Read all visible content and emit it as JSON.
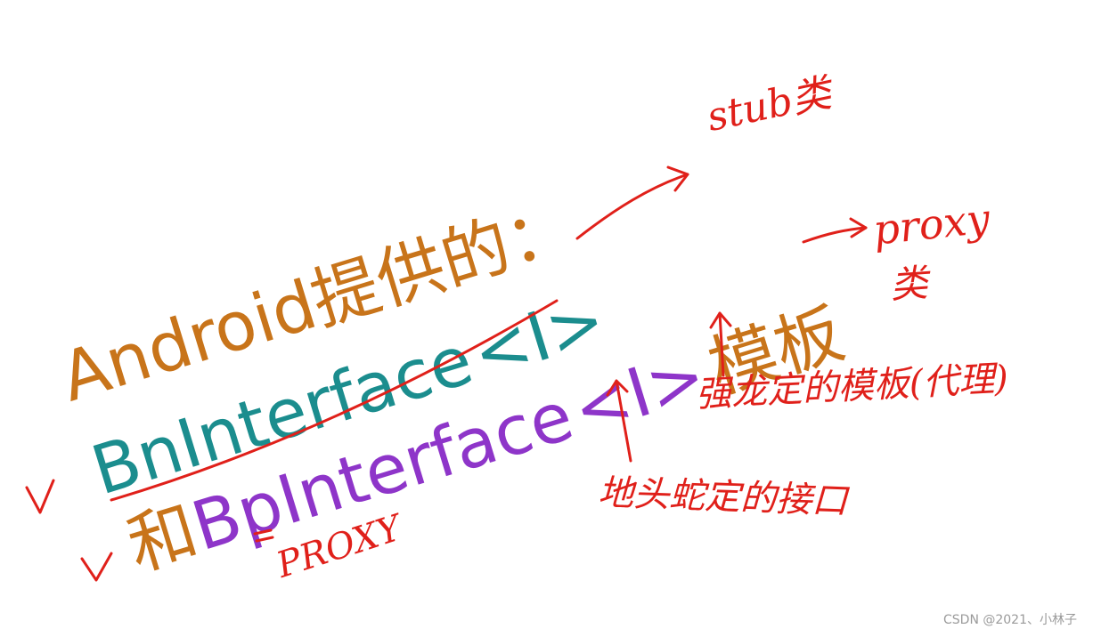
{
  "colors": {
    "orange": "#c8741a",
    "teal": "#1b8d8e",
    "purple": "#8e35c9",
    "ink_red": "#e0201a",
    "watermark": "#9a9a9a"
  },
  "slide": {
    "line1": {
      "text": "Android提供的："
    },
    "line2": {
      "name": "BnInterface",
      "param": "<I>"
    },
    "line3": {
      "prefix": "和",
      "name": "BpInterface",
      "param": "<I>",
      "suffix": "模板"
    }
  },
  "annotations": {
    "stub": "stub类",
    "proxy_top": "proxy",
    "proxy_class": "类",
    "equals": "=",
    "proxy_bottom": "PROXY",
    "strong_template": "强龙定的模板(代理)",
    "snake_interface": "地头蛇定的接口"
  },
  "watermark": "CSDN @2021、小林子"
}
